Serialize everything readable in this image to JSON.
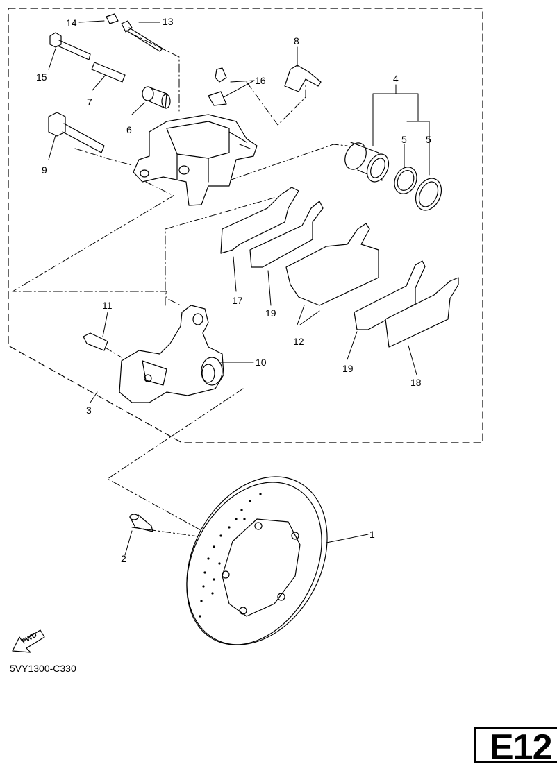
{
  "diagram_code": "5VY1300-C330",
  "section_tab": "E12",
  "fwd_label": "FWD",
  "callouts": {
    "c1": "1",
    "c2": "2",
    "c3": "3",
    "c4": "4",
    "c5a": "5",
    "c5b": "5",
    "c6": "6",
    "c7": "7",
    "c8": "8",
    "c9": "9",
    "c10": "10",
    "c11": "11",
    "c12": "12",
    "c13": "13",
    "c14": "14",
    "c15": "15",
    "c16": "16",
    "c17": "17",
    "c18": "18",
    "c19a": "19",
    "c19b": "19"
  }
}
